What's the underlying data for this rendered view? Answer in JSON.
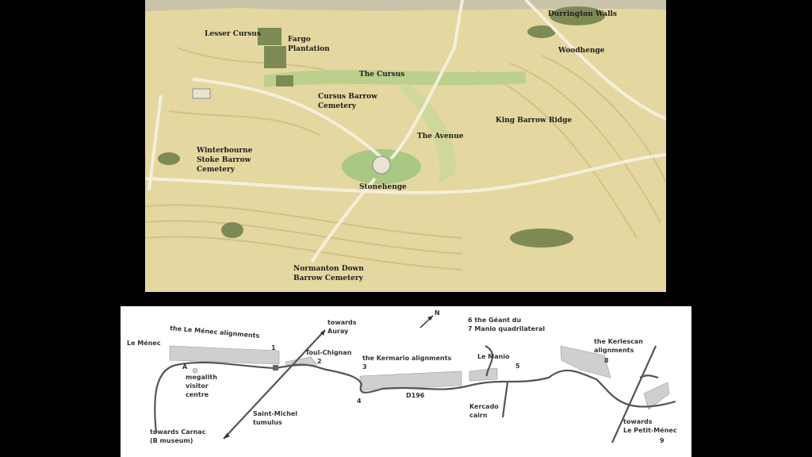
{
  "top_map": {
    "labels": {
      "lesser_cursus": "Lesser Cursus",
      "fargo_1": "Fargo",
      "fargo_2": "Plantation",
      "durrington": "Durrington Walls",
      "woodhenge": "Woodhenge",
      "cursus": "The Cursus",
      "cbc_1": "Cursus Barrow",
      "cbc_2": "Cemetery",
      "king_barrow": "King Barrow Ridge",
      "avenue": "The Avenue",
      "wsb_1": "Winterbourne",
      "wsb_2": "Stoke Barrow",
      "wsb_3": "Cemetery",
      "stonehenge": "Stonehenge",
      "ndb_1": "Normanton Down",
      "ndb_2": "Barrow Cemetery"
    }
  },
  "bottom_map": {
    "labels": {
      "le_menec": "Le Ménec",
      "le_menec_align": "the Le Ménec alignments",
      "n1": "1",
      "towards_auray_1": "towards",
      "towards_auray_2": "Auray",
      "north": "N",
      "toul": "Toul-Chignan",
      "n2": "2",
      "kermario": "the Kermario alignments",
      "n3": "3",
      "a": "A",
      "visitor_1": "megalith",
      "visitor_2": "visitor",
      "visitor_3": "centre",
      "n4": "4",
      "d196": "D196",
      "saint_michel_1": "Saint-Michel",
      "saint_michel_2": "tumulus",
      "carnac_1": "towards Carnac",
      "carnac_2": "(B museum)",
      "geant_1": "6  the Géant du",
      "geant_2": "7  Manio quadrilateral",
      "le_manio": "Le Manio",
      "n5": "5",
      "kercado_1": "Kercado",
      "kercado_2": "cairn",
      "kerlescan_1": "the Kerlescan",
      "kerlescan_2": "alignments",
      "n8": "8",
      "petit_1": "towards",
      "petit_2": "Le Petit-Ménec",
      "n9": "9"
    }
  }
}
